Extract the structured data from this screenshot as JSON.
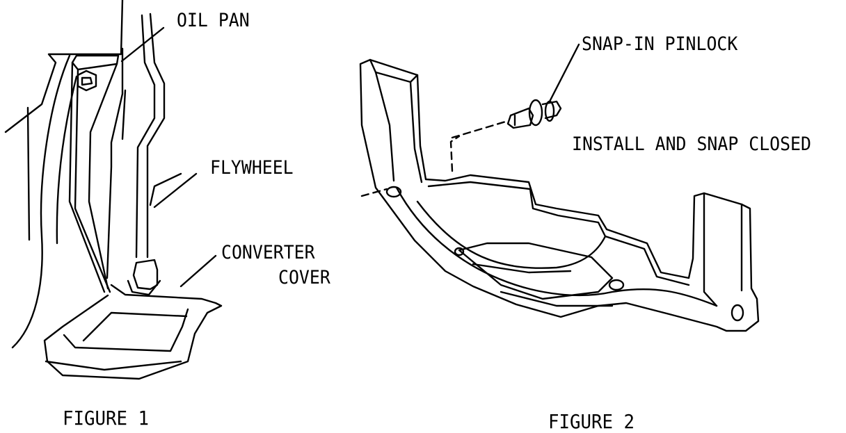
{
  "figure1": {
    "caption": "FIGURE 1",
    "labels": {
      "oil_pan": "OIL PAN",
      "flywheel": "FLYWHEEL",
      "converter_line1": "CONVERTER",
      "converter_line2": "COVER"
    }
  },
  "figure2": {
    "caption": "FIGURE 2",
    "labels": {
      "pinlock": "SNAP-IN PINLOCK",
      "instruction": "INSTALL AND SNAP CLOSED"
    }
  }
}
